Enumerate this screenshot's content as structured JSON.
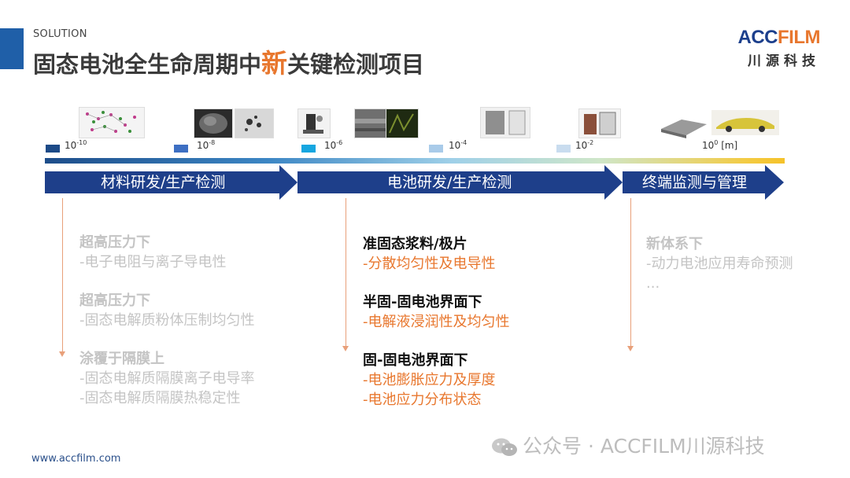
{
  "header": {
    "kicker": "SOLUTION",
    "title_pre": "固态电池全生命周期中",
    "title_highlight": "新",
    "title_post": "关键检测项目"
  },
  "logo": {
    "en_part1": "ACC",
    "en_part2": "FILM",
    "cn": "川源科技"
  },
  "scale": {
    "ticks": [
      {
        "base": "10",
        "exp": "-10",
        "color": "#1c4a87"
      },
      {
        "base": "10",
        "exp": "-8",
        "color": "#3d6fc3"
      },
      {
        "base": "10",
        "exp": "-6",
        "color": "#16a6e0"
      },
      {
        "base": "10",
        "exp": "-4",
        "color": "#a9cbe9"
      },
      {
        "base": "10",
        "exp": "-2",
        "color": "#c9dcef"
      },
      {
        "base": "10",
        "exp": "0",
        "unit": " [m]",
        "color": "#ffffff"
      }
    ]
  },
  "phases": [
    {
      "label": "材料研发/生产检测"
    },
    {
      "label": "电池研发/生产检测"
    },
    {
      "label": "终端监测与管理"
    }
  ],
  "columns": {
    "left": [
      {
        "heading": "超高压力下",
        "details": [
          "-电子电阻与离子导电性"
        ]
      },
      {
        "heading": "超高压力下",
        "details": [
          "-固态电解质粉体压制均匀性"
        ]
      },
      {
        "heading": "涂覆于隔膜上",
        "details": [
          "-固态电解质隔膜离子电导率",
          "-固态电解质隔膜热稳定性"
        ]
      }
    ],
    "middle": [
      {
        "heading": "准固态浆料/极片",
        "details": [
          "-分散均匀性及电导性"
        ]
      },
      {
        "heading": "半固-固电池界面下",
        "details": [
          "-电解液浸润性及均匀性"
        ]
      },
      {
        "heading": "固-固电池界面下",
        "details": [
          "-电池膨胀应力及厚度",
          "-电池应力分布状态"
        ]
      }
    ],
    "right": [
      {
        "heading": "新体系下",
        "details": [
          "-动力电池应用寿命预测",
          "..."
        ]
      }
    ]
  },
  "colors": {
    "brand_blue": "#1f5fa8",
    "accent_orange": "#e8772e",
    "arrow_navy": "#1e3f8a"
  },
  "footer": {
    "url": "www.accfilm.com",
    "watermark": "公众号 · ACCFILM川源科技"
  }
}
